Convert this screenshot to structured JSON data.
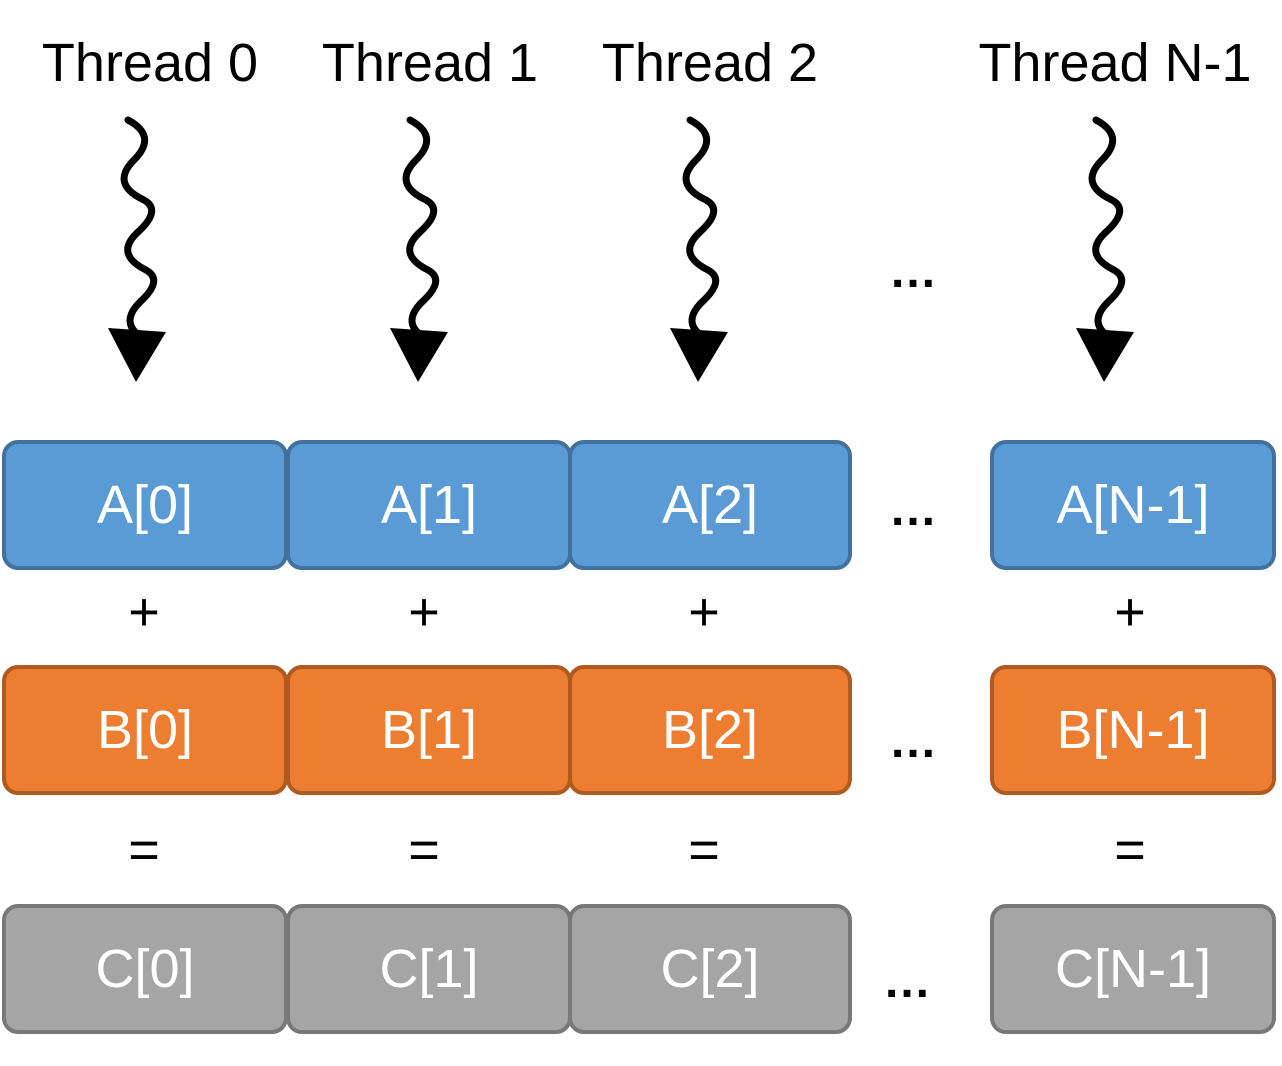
{
  "colors": {
    "a_fill": "#5B9BD5",
    "a_border": "#41719C",
    "b_fill": "#ED7D31",
    "b_border": "#AE5A21",
    "c_fill": "#A5A5A5",
    "c_border": "#787878",
    "text_on_cell": "#ffffff",
    "arrow": "#000000"
  },
  "threads": [
    {
      "label": "Thread 0"
    },
    {
      "label": "Thread 1"
    },
    {
      "label": "Thread 2"
    },
    {
      "label": "Thread N-1"
    }
  ],
  "rows": {
    "a": [
      "A[0]",
      "A[1]",
      "A[2]",
      "A[N-1]"
    ],
    "b": [
      "B[0]",
      "B[1]",
      "B[2]",
      "B[N-1]"
    ],
    "c": [
      "C[0]",
      "C[1]",
      "C[2]",
      "C[N-1]"
    ]
  },
  "operators": {
    "plus": "+",
    "equals": "="
  },
  "ellipsis": "..."
}
